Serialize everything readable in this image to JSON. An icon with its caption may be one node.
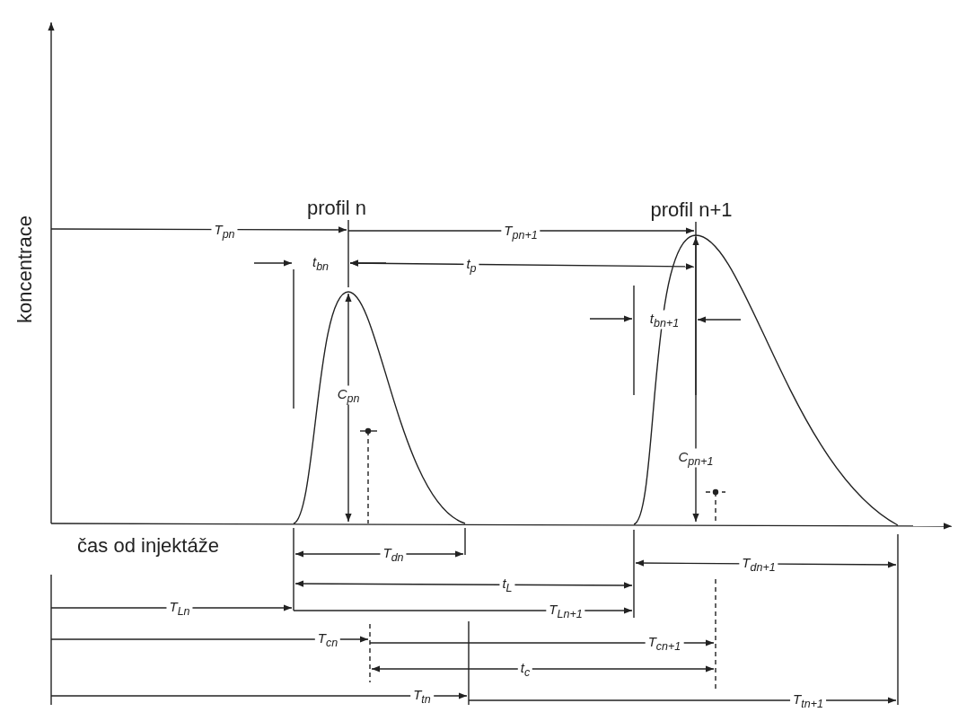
{
  "diagram": {
    "labels": [
      "koncentrace",
      "profil n",
      "profil n+1",
      "T$_{p}$$_{n}$",
      "T$_{p}$$_{n+1}$",
      "t$_{b}$$_{n}$",
      "t$_{p}$",
      "t$_{b}$$_{n+1}$",
      "C$_{p}$$_{n}$",
      "C$_{p}$$_{n+1}$",
      "čas od injektáže",
      "T$_{d}$$_{n}$",
      "T$_{d}$$_{n+1}$",
      "t$_{L}$",
      "T$_{L}$$_{n}$",
      "T$_{L}$$_{n+1}$",
      "T$_{c}$$_{n}$",
      "T$_{c}$$_{n+1}$",
      "t$_{c}$",
      "T$_{t}$$_{n}$",
      "T$_{t}$$_{n+1}$"
    ]
  }
}
